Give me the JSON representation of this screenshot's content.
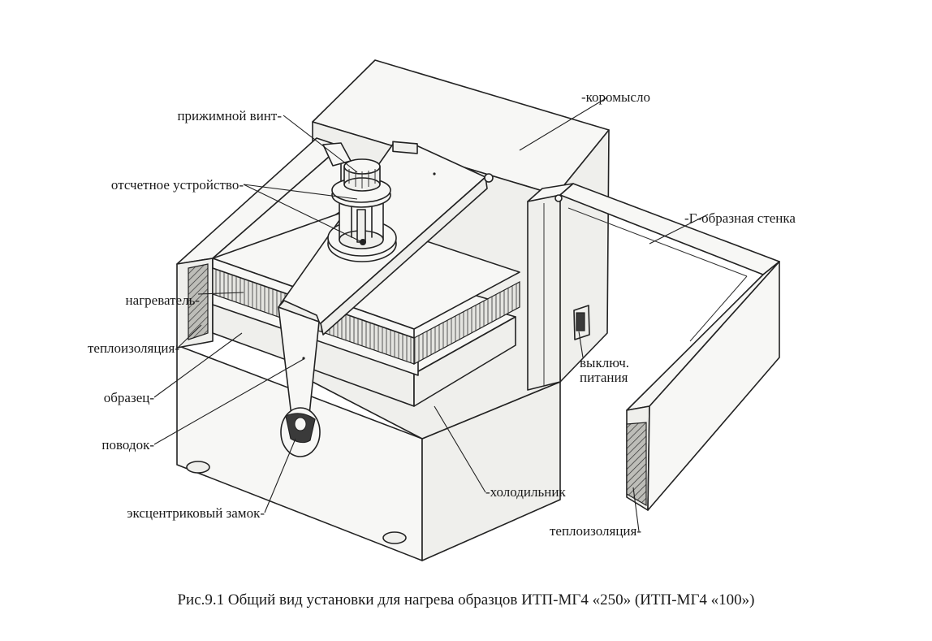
{
  "labels": {
    "clamp_screw": "прижимной винт-",
    "rocker_arm": "-коромысло",
    "reading_device": "отсчетное устройство-",
    "l_wall": "-Г-образная стенка",
    "heater": "нагреватель-",
    "insulation_left": "теплоизоляция-",
    "sample": "образец-",
    "power_switch_line1": "выключ.",
    "power_switch_line2": "питания",
    "lever": "поводок-",
    "cooler": "-холодильник",
    "eccentric_lock": "эксцентриковый замок-",
    "insulation_right": "теплоизоляция-"
  },
  "caption": "Рис.9.1 Общий вид установки для нагрева образцов ИТП-МГ4 «250» (ИТП-МГ4 «100»)"
}
